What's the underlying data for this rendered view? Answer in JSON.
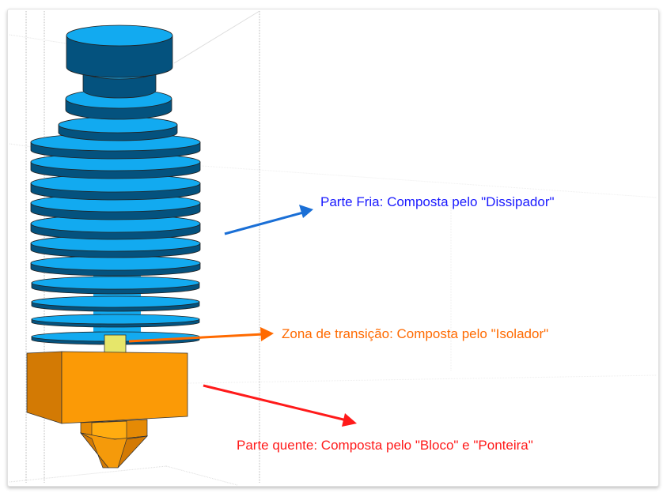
{
  "labels": {
    "cold": "Parte Fria: Composta pelo \"Dissipador\"",
    "transition": "Zona de transição: Composta pelo \"Isolador\"",
    "hot": "Parte quente: Composta pelo \"Bloco\" e \"Ponteira\""
  },
  "colors": {
    "cold": "#1a1aff",
    "transition": "#ff6a00",
    "hot": "#ff1a1a",
    "heatsink": "#12aaf0",
    "heatsink_dark": "#04527e",
    "isolator": "#e6e66a",
    "block": "#fb9a06"
  }
}
